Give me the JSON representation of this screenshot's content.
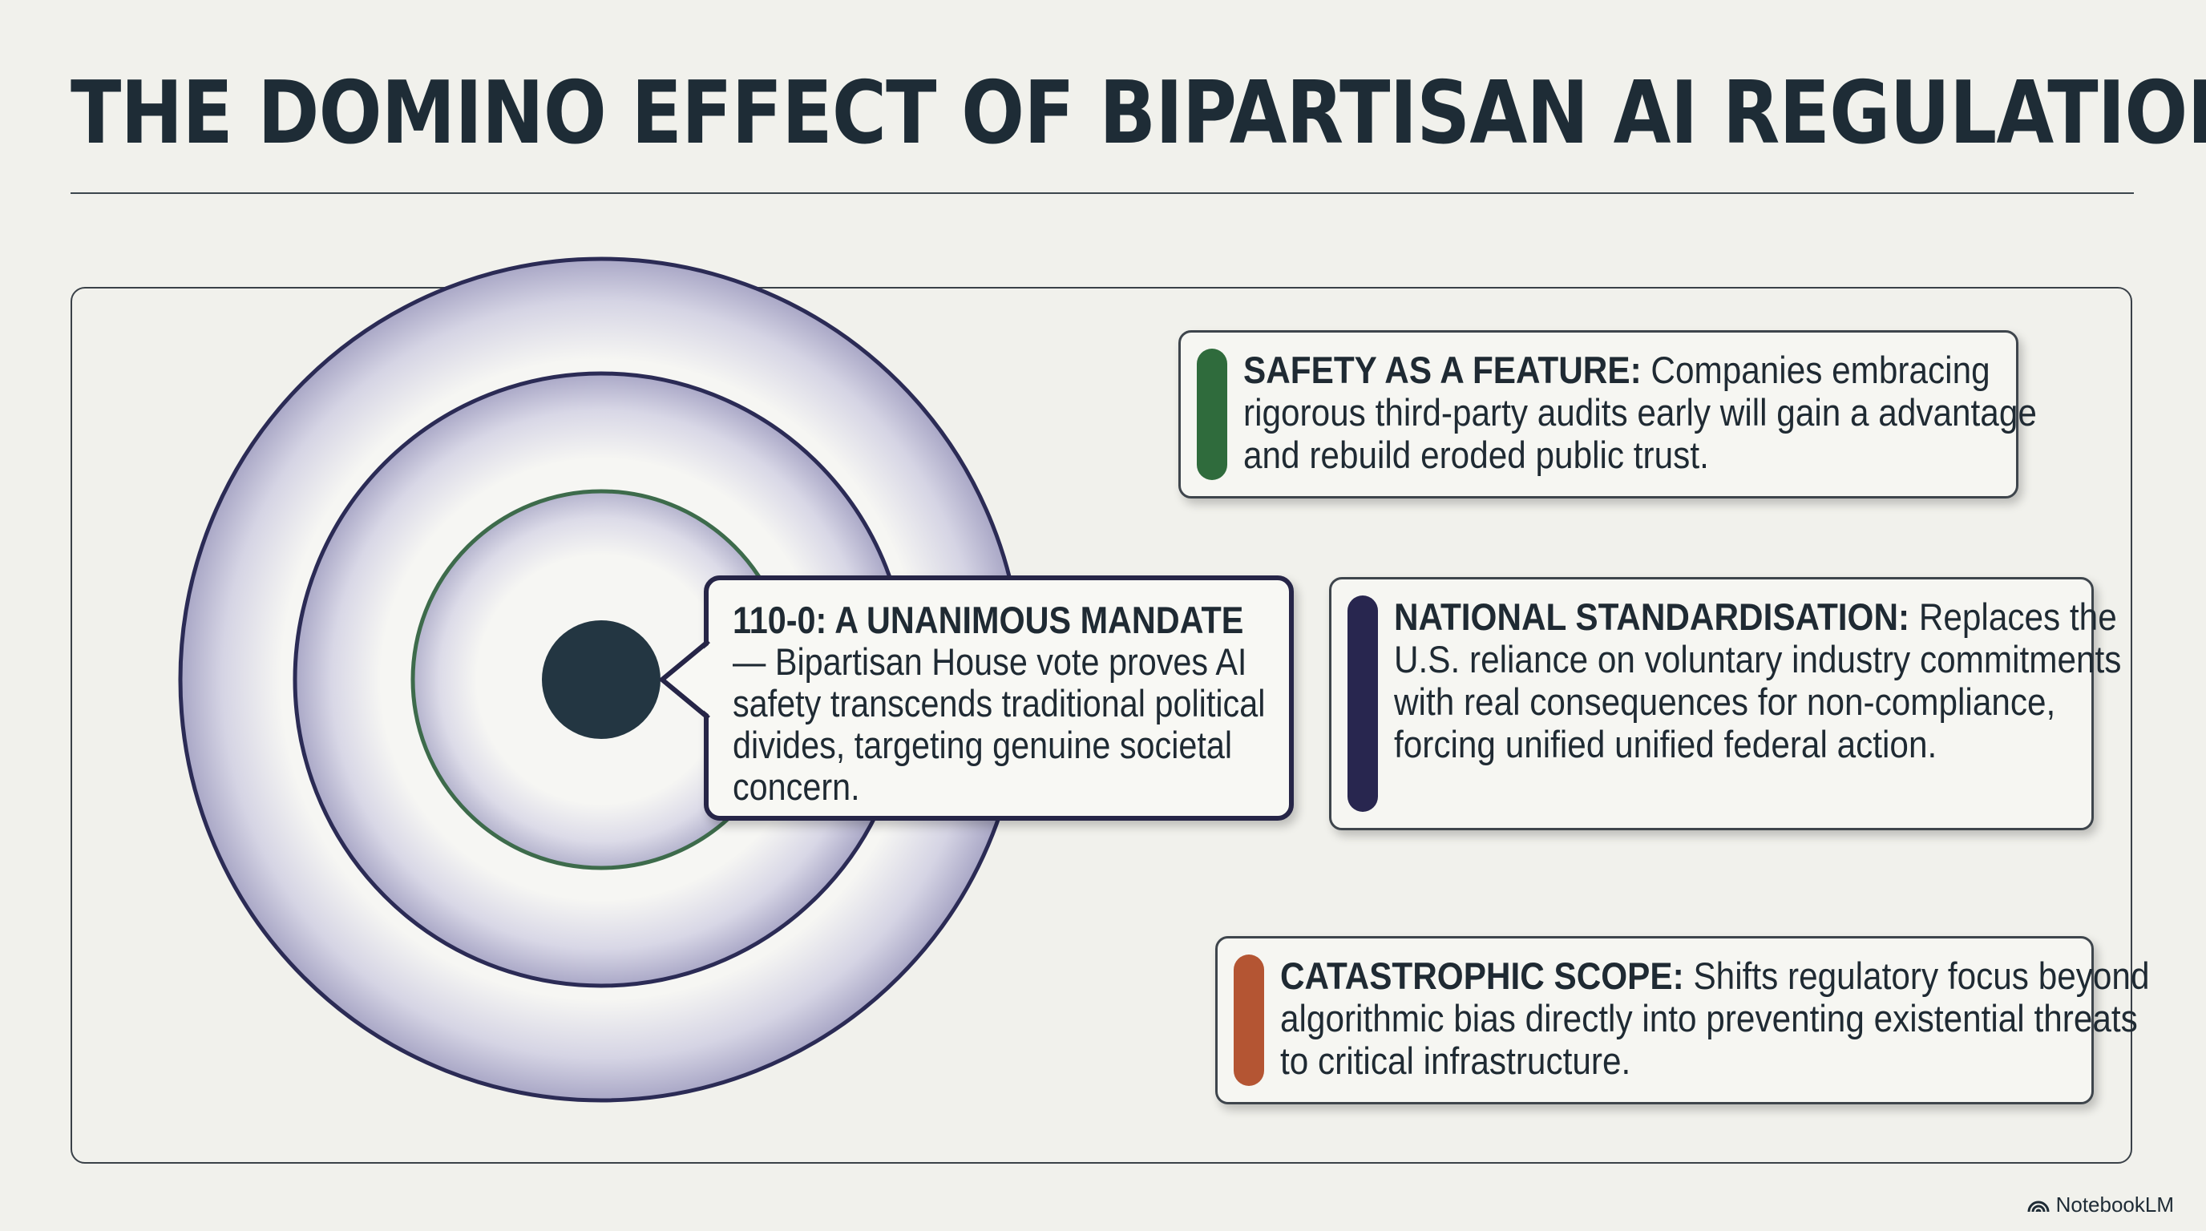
{
  "title": "THE DOMINO EFFECT OF BIPARTISAN AI REGULATION",
  "center": {
    "heading": "110-0: A UNANIMOUS MANDATE",
    "body": "— Bipartisan House vote proves AI safety transcends traditional political divides, targeting genuine societal concern."
  },
  "cards": [
    {
      "heading": "SAFETY AS A FEATURE:",
      "body": " Companies embracing rigorous third-party audits early will gain a advantage and rebuild eroded public trust.",
      "accent": "#2f6b3c"
    },
    {
      "heading": "NATIONAL STANDARDISATION:",
      "body": " Replaces the U.S. reliance on voluntary industry commitments with real consequences for non-compliance, forcing unified unified federal action.",
      "accent": "#28264f"
    },
    {
      "heading": "CATASTROPHIC SCOPE:",
      "body": " Shifts regulatory focus beyond algorithmic bias directly into preventing existential threats to critical infrastructure.",
      "accent": "#b45533"
    }
  ],
  "colors": {
    "background": "#f1f1ec",
    "ring_outline": "#2b2b55",
    "ring_shade": "#a9a7c6",
    "inner_ring_outline": "#3d6b4b",
    "core": "#233642"
  },
  "footer": {
    "brand": "NotebookLM",
    "icon": "notebooklm-logo-icon"
  }
}
